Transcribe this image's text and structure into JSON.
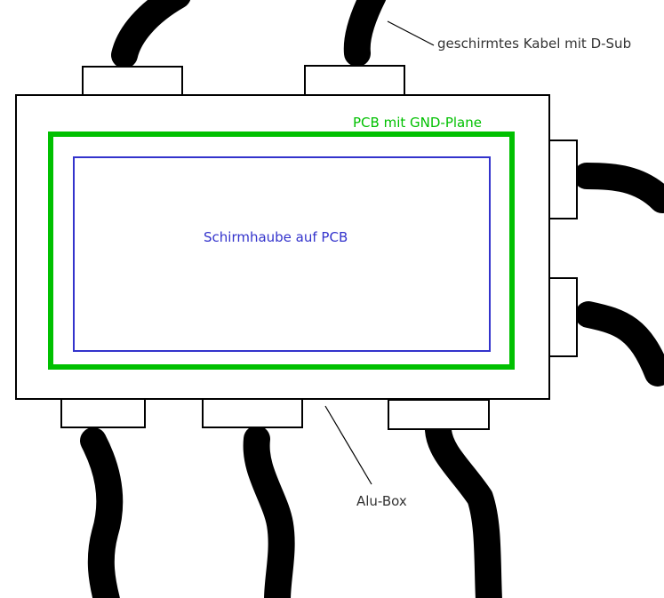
{
  "labels": {
    "cable": "geschirmtes Kabel mit D-Sub",
    "pcb": "PCB mit GND-Plane",
    "shield": "Schirmhaube auf PCB",
    "box": "Alu-Box"
  },
  "colors": {
    "background": "#ffffff",
    "outline": "#000000",
    "cable": "#000000",
    "pcb": "#00c000",
    "shield": "#3333cc",
    "label_text": "#333333"
  }
}
